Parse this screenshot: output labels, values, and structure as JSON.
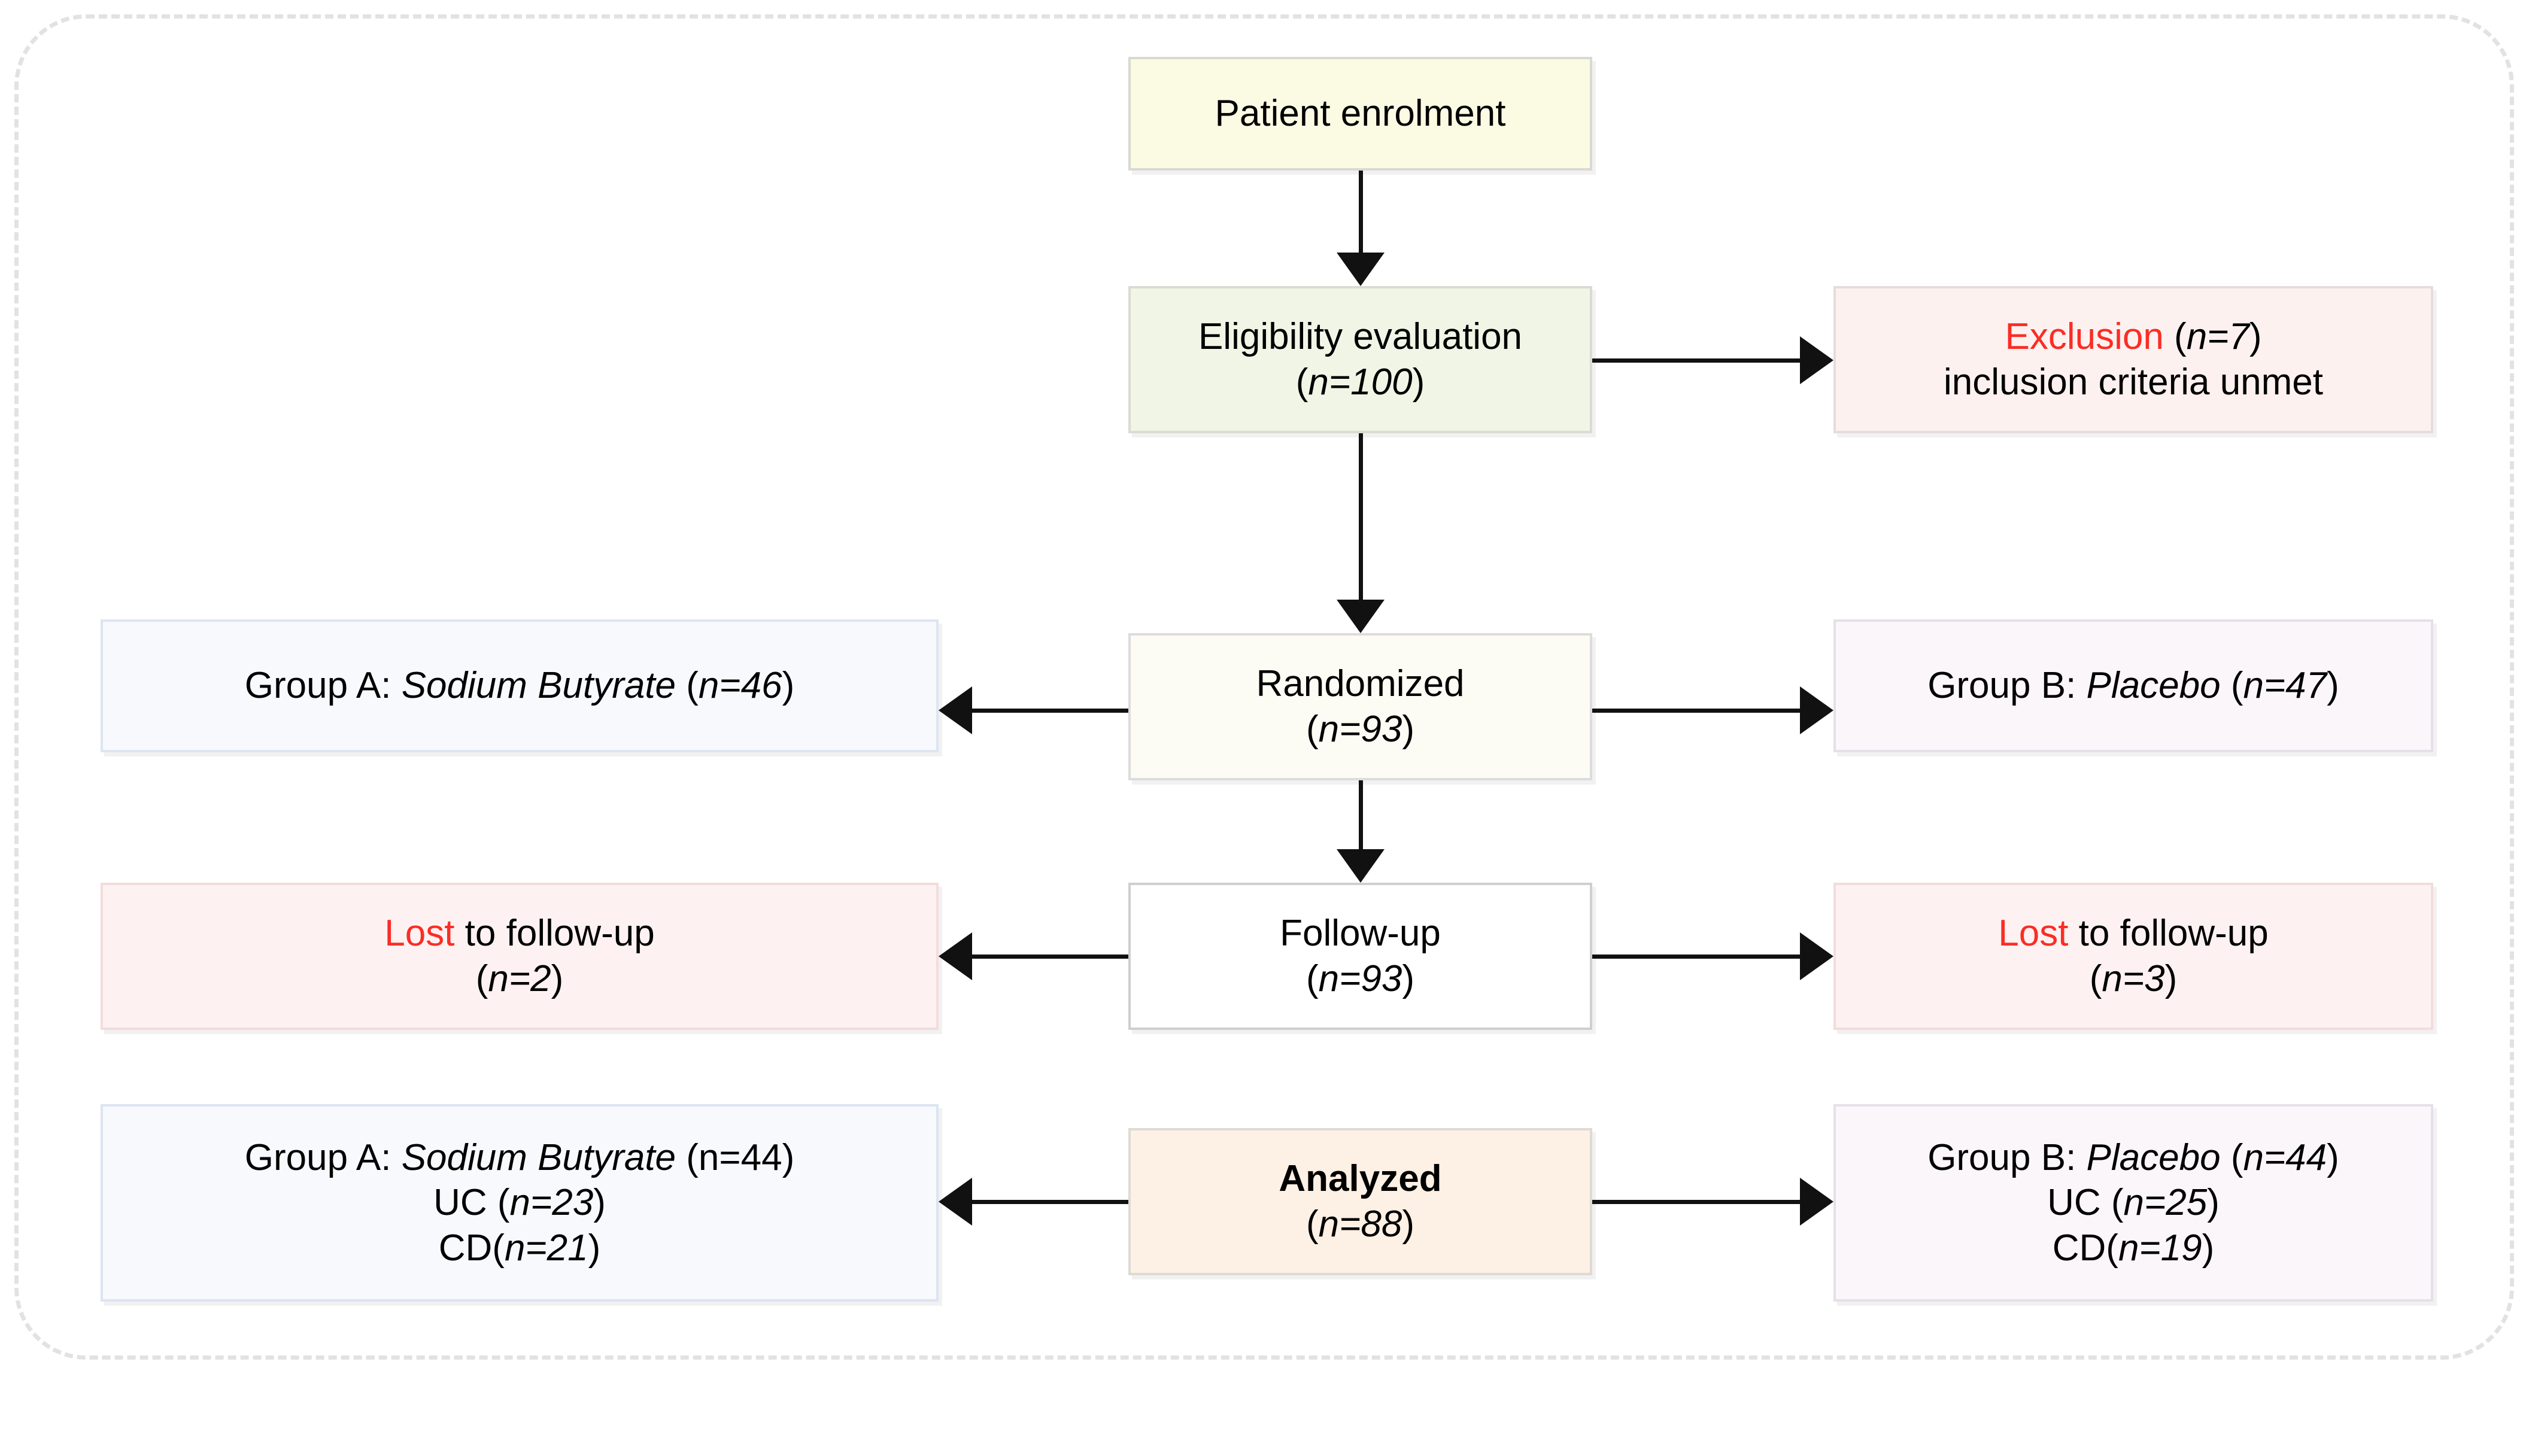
{
  "diagram": {
    "type": "consort-flow-diagram",
    "frame": {
      "style": "dashed",
      "color": "#e2e2e2"
    },
    "colors": {
      "accent_red": "#fb2d25",
      "text": "#000000",
      "enrolment_fill": "#fbfbe4",
      "eligibility_fill": "#f0f5e6",
      "exclusion_fill": "#fdf1f0",
      "randomized_fill": "#fcfbf4",
      "group_a_fill": "#f8f9fd",
      "group_b_fill": "#faf6fa",
      "lost_fill": "#fdf2f1",
      "followup_fill": "#ffffff",
      "analyzed_fill": "#fdf0e4",
      "arrow": "#111111"
    }
  },
  "nodes": {
    "enrolment": {
      "line1": "Patient enrolment"
    },
    "eligibility": {
      "line1": "Eligibility evaluation",
      "line2_open": "(",
      "line2_n": "n=100",
      "line2_close": ")"
    },
    "exclusion": {
      "line1_red": "Exclusion",
      "line1_open": " (",
      "line1_n": "n=7",
      "line1_close": ")",
      "line2": "inclusion criteria unmet"
    },
    "randomized": {
      "line1": "Randomized",
      "line2_open": "(",
      "line2_n": "n=93",
      "line2_close": ")"
    },
    "group_a": {
      "label": "Group A: ",
      "drug": "Sodium Butyrate",
      "open": " (",
      "n": "n=46",
      "close": ")"
    },
    "group_b": {
      "label": "Group B: ",
      "drug": "Placebo",
      "open": " (",
      "n": "n=47",
      "close": ")"
    },
    "followup": {
      "line1": "Follow-up",
      "line2_open": "(",
      "line2_n": "n=93",
      "line2_close": ")"
    },
    "lost_a": {
      "line1_red": "Lost",
      "line1_rest": " to follow-up",
      "line2_open": "(",
      "line2_n": "n=2",
      "line2_close": ")"
    },
    "lost_b": {
      "line1_red": "Lost",
      "line1_rest": " to follow-up",
      "line2_open": "(",
      "line2_n": "n=3",
      "line2_close": ")"
    },
    "analyzed": {
      "line1": "Analyzed",
      "line2_open": "(",
      "line2_n": "n=88",
      "line2_close": ")"
    },
    "analyzed_a": {
      "label": "Group A: ",
      "drug": "Sodium Butyrate",
      "open": " (n=44)",
      "uc_label": "UC (",
      "uc_n": "n=23",
      "uc_close": ")",
      "cd_label": "CD(",
      "cd_n": "n=21",
      "cd_close": ")"
    },
    "analyzed_b": {
      "label": "Group B: ",
      "drug": "Placebo",
      "open": " (",
      "n": "n=44",
      "close": ")",
      "uc_label": "UC (",
      "uc_n": "n=25",
      "uc_close": ")",
      "cd_label": "CD(",
      "cd_n": "n=19",
      "cd_close": ")"
    }
  },
  "counts": {
    "eligibility_evaluated": 100,
    "excluded": 7,
    "randomized": 93,
    "group_a_randomized": 46,
    "group_b_randomized": 47,
    "followup": 93,
    "group_a_lost": 2,
    "group_b_lost": 3,
    "analyzed_total": 88,
    "group_a_analyzed": 44,
    "group_a_uc": 23,
    "group_a_cd": 21,
    "group_b_analyzed": 44,
    "group_b_uc": 25,
    "group_b_cd": 19
  },
  "edges": [
    {
      "from": "enrolment",
      "to": "eligibility",
      "direction": "down"
    },
    {
      "from": "eligibility",
      "to": "exclusion",
      "direction": "right"
    },
    {
      "from": "eligibility",
      "to": "randomized",
      "direction": "down"
    },
    {
      "from": "randomized",
      "to": "group_a",
      "direction": "left"
    },
    {
      "from": "randomized",
      "to": "group_b",
      "direction": "right"
    },
    {
      "from": "randomized",
      "to": "followup",
      "direction": "down"
    },
    {
      "from": "followup",
      "to": "lost_a",
      "direction": "left"
    },
    {
      "from": "followup",
      "to": "lost_b",
      "direction": "right"
    },
    {
      "from": "analyzed",
      "to": "analyzed_a",
      "direction": "left"
    },
    {
      "from": "analyzed",
      "to": "analyzed_b",
      "direction": "right"
    }
  ]
}
